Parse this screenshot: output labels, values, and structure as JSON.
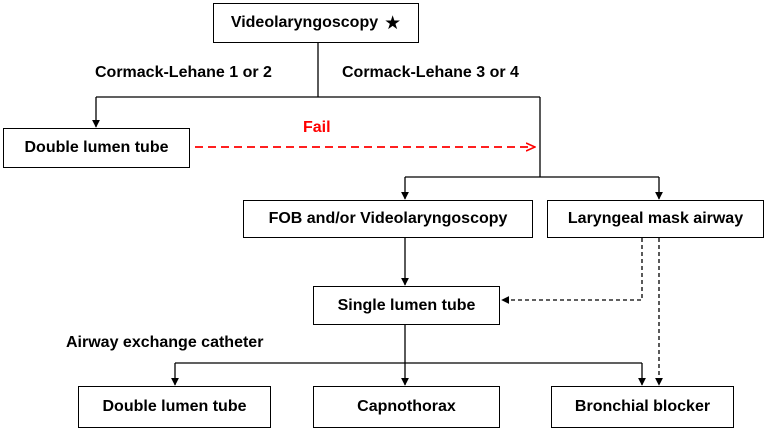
{
  "nodes": {
    "videolaryngoscopy": "Videolaryngoscopy",
    "double_lumen_tube_top": "Double lumen tube",
    "fob_videolaryngoscopy": "FOB and/or Videolaryngoscopy",
    "laryngeal_mask_airway": "Laryngeal mask airway",
    "single_lumen_tube": "Single lumen tube",
    "double_lumen_tube_bottom": "Double lumen tube",
    "capnothorax": "Capnothorax",
    "bronchial_blocker": "Bronchial blocker"
  },
  "labels": {
    "cl_1_2": "Cormack-Lehane  1 or 2",
    "cl_3_4": "Cormack-Lehane  3 or 4",
    "fail": "Fail",
    "airway_exchange": "Airway exchange catheter"
  },
  "icons": {
    "start_marker": "star-icon"
  },
  "colors": {
    "fail": "#ff0000",
    "lines": "#000000"
  }
}
